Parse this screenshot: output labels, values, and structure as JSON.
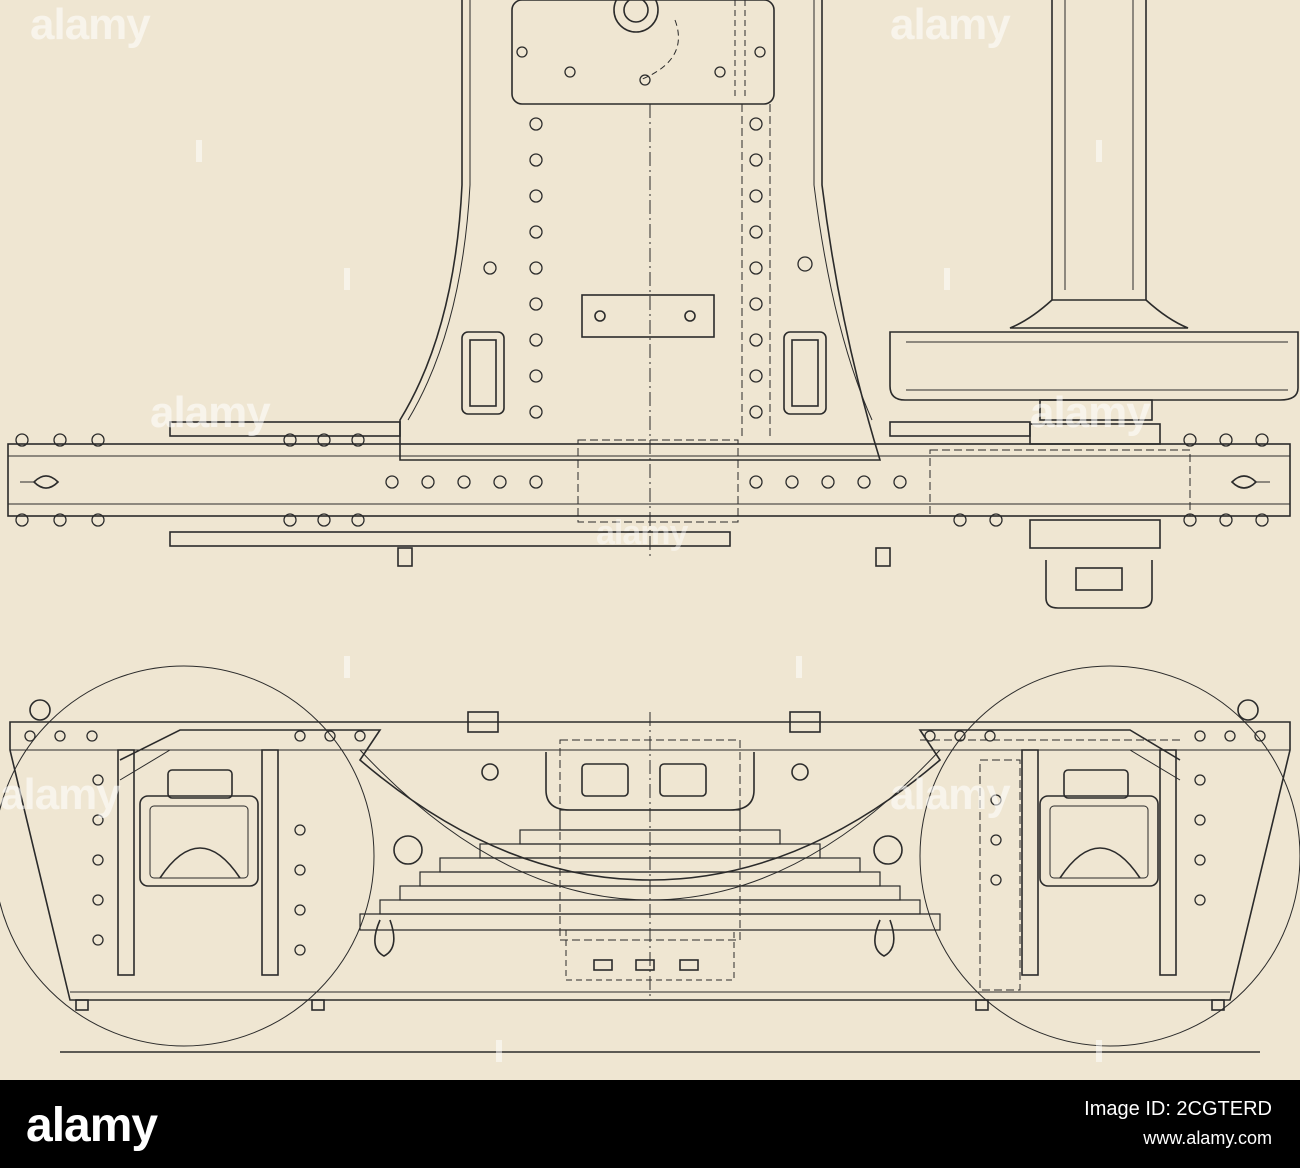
{
  "watermark": {
    "brand": "alamy",
    "color": "#ffffff"
  },
  "footer": {
    "logo": "alamy",
    "image_id": "Image ID: 2CGTERD",
    "url": "www.alamy.com",
    "background": "#000000",
    "text_color": "#ffffff"
  },
  "drawing": {
    "paper_color": "#efe6d2",
    "ink_color": "#2b2b2b",
    "views": [
      "plan-view",
      "side-elevation"
    ]
  }
}
